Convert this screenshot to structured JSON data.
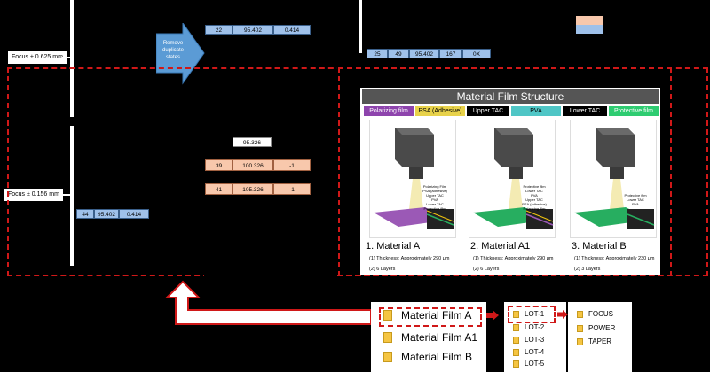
{
  "focus_labels": {
    "top": "Focus ± 0.625 mm",
    "bottom": "Focus ± 0.156 mm"
  },
  "arrow_label": "Remove duplicate states",
  "rows": {
    "top": [
      "22",
      "95.402",
      "0.414"
    ],
    "top_right": [
      "25",
      "49",
      "95.402",
      "167",
      "0X"
    ],
    "single": "95.326",
    "peach1": [
      "39",
      "100.326",
      "-1"
    ],
    "peach2": [
      "41",
      "105.326",
      "-1"
    ],
    "bottom_left": [
      "44",
      "95.402",
      "0.414"
    ]
  },
  "structure": {
    "title": "Material Film Structure",
    "layers": [
      {
        "label": "Polarizing film",
        "bg": "#8e44ad",
        "fg": "#ffffff"
      },
      {
        "label": "PSA (Adhesive)",
        "bg": "#e8d24a",
        "fg": "#000000"
      },
      {
        "label": "Upper TAC",
        "bg": "#000000",
        "fg": "#ffffff"
      },
      {
        "label": "PVA",
        "bg": "#4fc6c6",
        "fg": "#000000"
      },
      {
        "label": "Lower TAC",
        "bg": "#000000",
        "fg": "#ffffff"
      },
      {
        "label": "Protective film",
        "bg": "#2ecc71",
        "fg": "#ffffff"
      }
    ],
    "materials": [
      {
        "title": "1. Material A",
        "thickness": "(1) Thickness:  Approximately 290 μm",
        "layers": "(2) 6 Layers",
        "stack": [
          "Polarizing Film",
          "PSA (adhesive)",
          "Upper TAC",
          "PVA",
          "Lower TAC",
          "Protective film"
        ],
        "plate_color": "#9b59b6"
      },
      {
        "title": "2. Material A1",
        "thickness": "(1) Thickness:  Approximately 290 μm",
        "layers": "(2) 6 Layers",
        "stack": [
          "Protective film",
          "Lower TAC",
          "PVA",
          "Upper TAC",
          "PSA (adhesive)",
          "Polarizing film"
        ],
        "plate_color": "#27ae60"
      },
      {
        "title": "3. Material B",
        "thickness": "(1) Thickness:  Approximately 230 μm",
        "layers": "(2) 3 Layers",
        "stack": [
          "Protective film",
          "Lower TAC",
          "PVA"
        ],
        "plate_color": "#27ae60"
      }
    ]
  },
  "folders_left": [
    "Material Film A",
    "Material Film A1",
    "Material Film B"
  ],
  "folders_mid": [
    "LOT-1",
    "LOT-2",
    "LOT-3",
    "LOT-4",
    "LOT-5"
  ],
  "folders_right": [
    "FOCUS",
    "POWER",
    "TAPER"
  ]
}
